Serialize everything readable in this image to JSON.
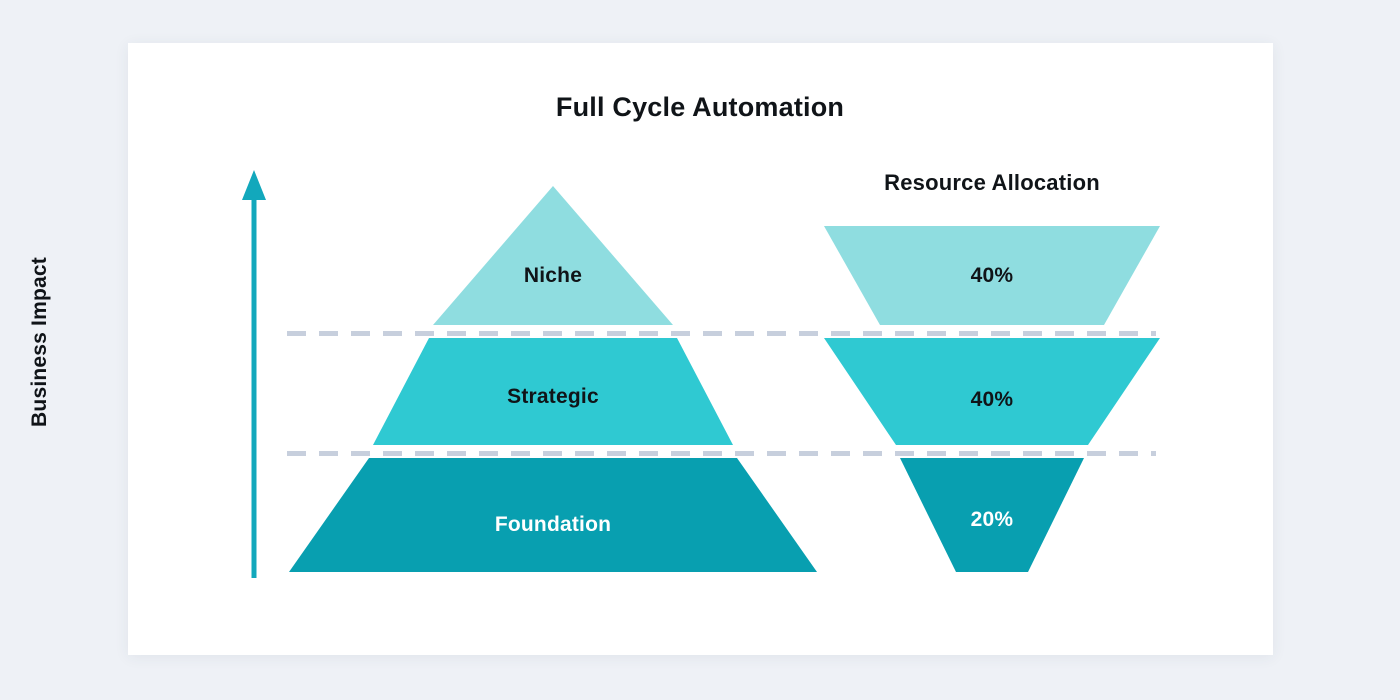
{
  "chart_data": {
    "type": "pyramid-funnel",
    "title": "Full Cycle Automation",
    "axis": {
      "label": "Business Impact",
      "direction": "up",
      "arrow_color": "#12A8BC"
    },
    "right_panel_title": "Resource Allocation",
    "categories": [
      "Niche",
      "Strategic",
      "Foundation"
    ],
    "series": [
      {
        "name": "Resource Allocation",
        "values": [
          40,
          40,
          20
        ],
        "unit": "%",
        "value_labels": [
          "40%",
          "40%",
          "20%"
        ]
      }
    ],
    "tiers": [
      {
        "name": "Niche",
        "allocation": "40%",
        "allocation_value": 40,
        "color": "#8FDDE0",
        "label_color": "#101418",
        "level": 1
      },
      {
        "name": "Strategic",
        "allocation": "40%",
        "allocation_value": 40,
        "color": "#2FC9D2",
        "label_color": "#101418",
        "level": 2
      },
      {
        "name": "Foundation",
        "allocation": "20%",
        "allocation_value": 20,
        "color": "#089FB0",
        "label_color": "#ffffff",
        "level": 3
      }
    ],
    "grid": "dashed-horizontal-dividers",
    "divider_color": "#c7cfdd",
    "legend": "none",
    "background": "#eef1f6",
    "card_background": "#ffffff"
  }
}
